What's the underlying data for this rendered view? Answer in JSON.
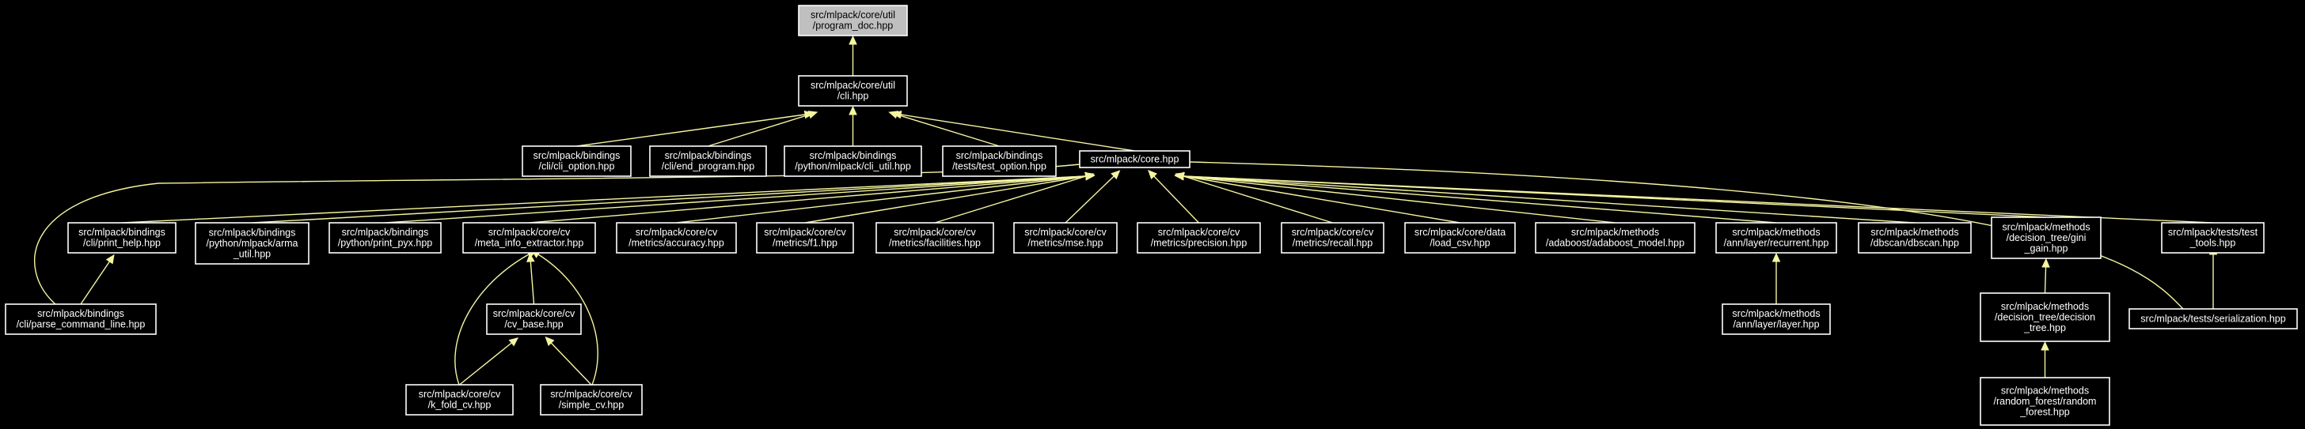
{
  "colors": {
    "background": "#000000",
    "edge": "#f5f5a0",
    "node_border": "#ffffff",
    "root_fill": "#bfbfbf"
  },
  "nodes": [
    {
      "id": "program_doc",
      "lines": [
        "src/mlpack/core/util",
        "/program_doc.hpp"
      ],
      "root": true
    },
    {
      "id": "cli",
      "lines": [
        "src/mlpack/core/util",
        "/cli.hpp"
      ]
    },
    {
      "id": "cli_option",
      "lines": [
        "src/mlpack/bindings",
        "/cli/cli_option.hpp"
      ]
    },
    {
      "id": "end_program",
      "lines": [
        "src/mlpack/bindings",
        "/cli/end_program.hpp"
      ]
    },
    {
      "id": "cli_util",
      "lines": [
        "src/mlpack/bindings",
        "/python/mlpack/cli_util.hpp"
      ]
    },
    {
      "id": "test_option",
      "lines": [
        "src/mlpack/bindings",
        "/tests/test_option.hpp"
      ]
    },
    {
      "id": "core",
      "lines": [
        "src/mlpack/core.hpp"
      ]
    },
    {
      "id": "print_help",
      "lines": [
        "src/mlpack/bindings",
        "/cli/print_help.hpp"
      ]
    },
    {
      "id": "arma_util",
      "lines": [
        "src/mlpack/bindings",
        "/python/mlpack/arma",
        "_util.hpp"
      ]
    },
    {
      "id": "print_pyx",
      "lines": [
        "src/mlpack/bindings",
        "/python/print_pyx.hpp"
      ]
    },
    {
      "id": "meta_info",
      "lines": [
        "src/mlpack/core/cv",
        "/meta_info_extractor.hpp"
      ]
    },
    {
      "id": "accuracy",
      "lines": [
        "src/mlpack/core/cv",
        "/metrics/accuracy.hpp"
      ]
    },
    {
      "id": "f1",
      "lines": [
        "src/mlpack/core/cv",
        "/metrics/f1.hpp"
      ]
    },
    {
      "id": "facilities",
      "lines": [
        "src/mlpack/core/cv",
        "/metrics/facilities.hpp"
      ]
    },
    {
      "id": "mse",
      "lines": [
        "src/mlpack/core/cv",
        "/metrics/mse.hpp"
      ]
    },
    {
      "id": "precision",
      "lines": [
        "src/mlpack/core/cv",
        "/metrics/precision.hpp"
      ]
    },
    {
      "id": "recall",
      "lines": [
        "src/mlpack/core/cv",
        "/metrics/recall.hpp"
      ]
    },
    {
      "id": "load_csv",
      "lines": [
        "src/mlpack/core/data",
        "/load_csv.hpp"
      ]
    },
    {
      "id": "adaboost_model",
      "lines": [
        "src/mlpack/methods",
        "/adaboost/adaboost_model.hpp"
      ]
    },
    {
      "id": "recurrent",
      "lines": [
        "src/mlpack/methods",
        "/ann/layer/recurrent.hpp"
      ]
    },
    {
      "id": "dbscan",
      "lines": [
        "src/mlpack/methods",
        "/dbscan/dbscan.hpp"
      ]
    },
    {
      "id": "gini_gain",
      "lines": [
        "src/mlpack/methods",
        "/decision_tree/gini",
        "_gain.hpp"
      ]
    },
    {
      "id": "test_tools",
      "lines": [
        "src/mlpack/tests/test",
        "_tools.hpp"
      ]
    },
    {
      "id": "parse_command_line",
      "lines": [
        "src/mlpack/bindings",
        "/cli/parse_command_line.hpp"
      ]
    },
    {
      "id": "cv_base",
      "lines": [
        "src/mlpack/core/cv",
        "/cv_base.hpp"
      ]
    },
    {
      "id": "layer",
      "lines": [
        "src/mlpack/methods",
        "/ann/layer/layer.hpp"
      ]
    },
    {
      "id": "decision_tree",
      "lines": [
        "src/mlpack/methods",
        "/decision_tree/decision",
        "_tree.hpp"
      ]
    },
    {
      "id": "serialization",
      "lines": [
        "src/mlpack/tests/serialization.hpp"
      ]
    },
    {
      "id": "k_fold_cv",
      "lines": [
        "src/mlpack/core/cv",
        "/k_fold_cv.hpp"
      ]
    },
    {
      "id": "simple_cv",
      "lines": [
        "src/mlpack/core/cv",
        "/simple_cv.hpp"
      ]
    },
    {
      "id": "random_forest",
      "lines": [
        "src/mlpack/methods",
        "/random_forest/random",
        "_forest.hpp"
      ]
    }
  ],
  "edges": [
    [
      "cli",
      "program_doc"
    ],
    [
      "cli_option",
      "cli"
    ],
    [
      "end_program",
      "cli"
    ],
    [
      "cli_util",
      "cli"
    ],
    [
      "test_option",
      "cli"
    ],
    [
      "core",
      "cli"
    ],
    [
      "print_help",
      "core"
    ],
    [
      "arma_util",
      "core"
    ],
    [
      "print_pyx",
      "core"
    ],
    [
      "meta_info",
      "core"
    ],
    [
      "accuracy",
      "core"
    ],
    [
      "f1",
      "core"
    ],
    [
      "facilities",
      "core"
    ],
    [
      "mse",
      "core"
    ],
    [
      "precision",
      "core"
    ],
    [
      "recall",
      "core"
    ],
    [
      "load_csv",
      "core"
    ],
    [
      "adaboost_model",
      "core"
    ],
    [
      "recurrent",
      "core"
    ],
    [
      "dbscan",
      "core"
    ],
    [
      "gini_gain",
      "core"
    ],
    [
      "test_tools",
      "core"
    ],
    [
      "parse_command_line",
      "core"
    ],
    [
      "serialization",
      "core"
    ],
    [
      "parse_command_line",
      "print_help"
    ],
    [
      "cv_base",
      "meta_info"
    ],
    [
      "k_fold_cv",
      "meta_info"
    ],
    [
      "simple_cv",
      "meta_info"
    ],
    [
      "k_fold_cv",
      "cv_base"
    ],
    [
      "simple_cv",
      "cv_base"
    ],
    [
      "layer",
      "recurrent"
    ],
    [
      "decision_tree",
      "gini_gain"
    ],
    [
      "random_forest",
      "decision_tree"
    ],
    [
      "serialization",
      "test_tools"
    ]
  ]
}
